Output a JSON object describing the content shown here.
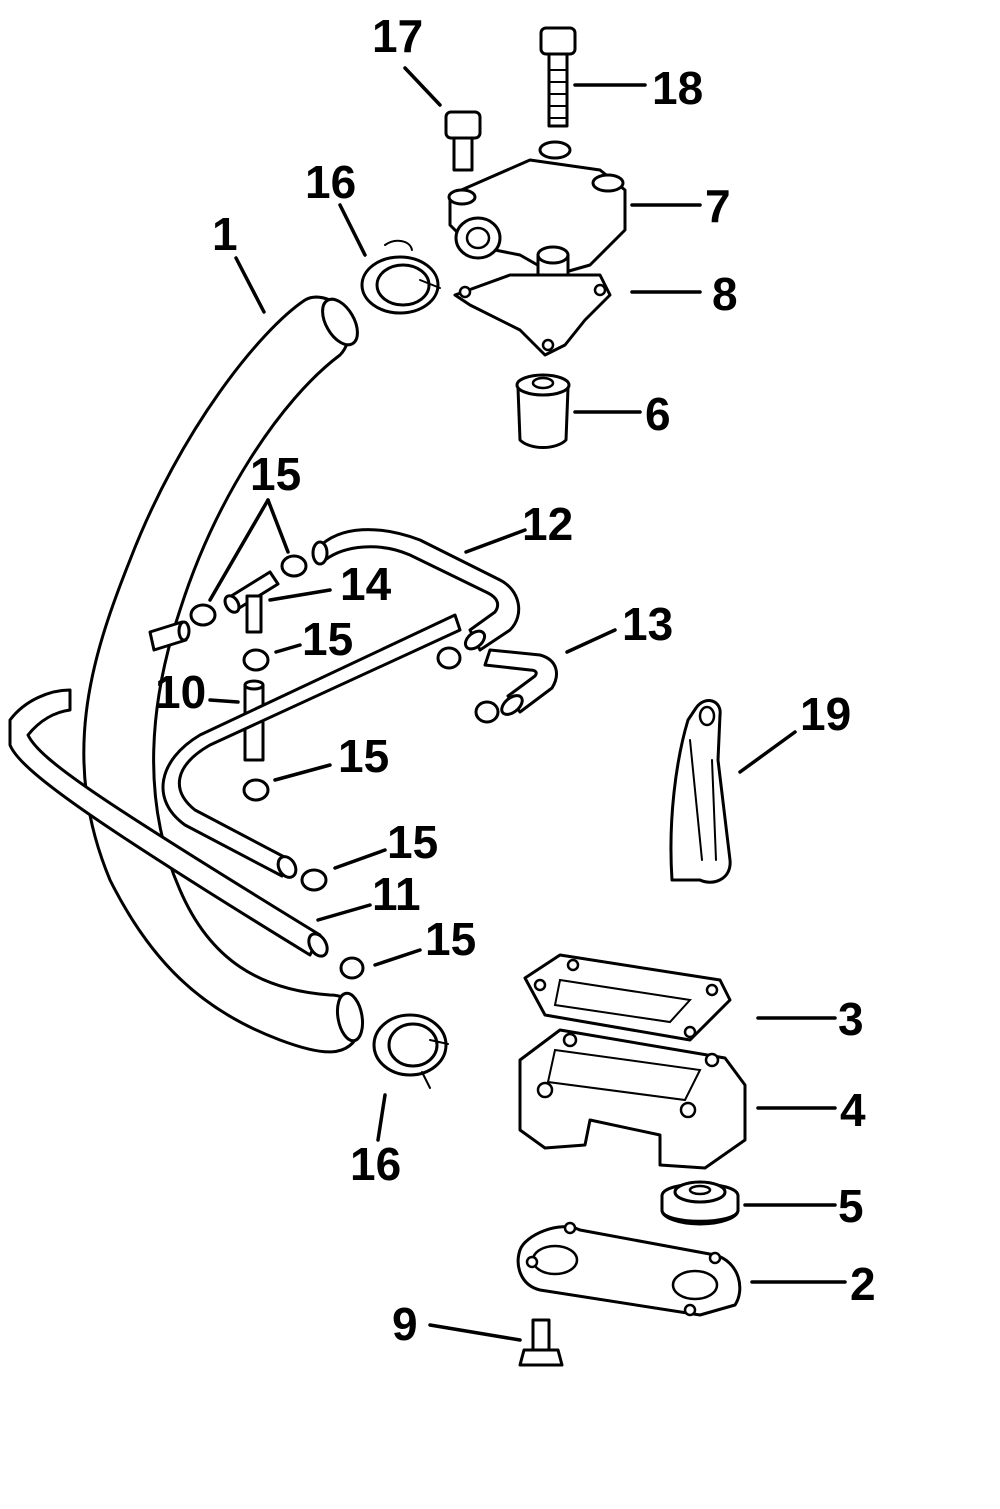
{
  "callouts": [
    "1",
    "2",
    "3",
    "4",
    "5",
    "6",
    "7",
    "8",
    "9",
    "10",
    "11",
    "12",
    "13",
    "14",
    "15",
    "16",
    "17",
    "18",
    "19"
  ],
  "colors": {
    "line": "#000000",
    "background": "#ffffff"
  },
  "parts": [
    {
      "ref": "1",
      "name": "large-hose"
    },
    {
      "ref": "2",
      "name": "gasket-lower"
    },
    {
      "ref": "3",
      "name": "gasket-upper"
    },
    {
      "ref": "4",
      "name": "housing"
    },
    {
      "ref": "5",
      "name": "grommet"
    },
    {
      "ref": "6",
      "name": "thermostat"
    },
    {
      "ref": "7",
      "name": "thermostat-cover"
    },
    {
      "ref": "8",
      "name": "cover-gasket"
    },
    {
      "ref": "9",
      "name": "bolt-lower"
    },
    {
      "ref": "10",
      "name": "small-hose"
    },
    {
      "ref": "11",
      "name": "long-hose"
    },
    {
      "ref": "12",
      "name": "bent-hose-upper"
    },
    {
      "ref": "13",
      "name": "bent-hose-lower"
    },
    {
      "ref": "14",
      "name": "tee-fitting"
    },
    {
      "ref": "15",
      "name": "small-clamp"
    },
    {
      "ref": "16",
      "name": "large-clamp"
    },
    {
      "ref": "17",
      "name": "bolt-short"
    },
    {
      "ref": "18",
      "name": "bolt-long"
    },
    {
      "ref": "19",
      "name": "pencil-anode"
    }
  ]
}
